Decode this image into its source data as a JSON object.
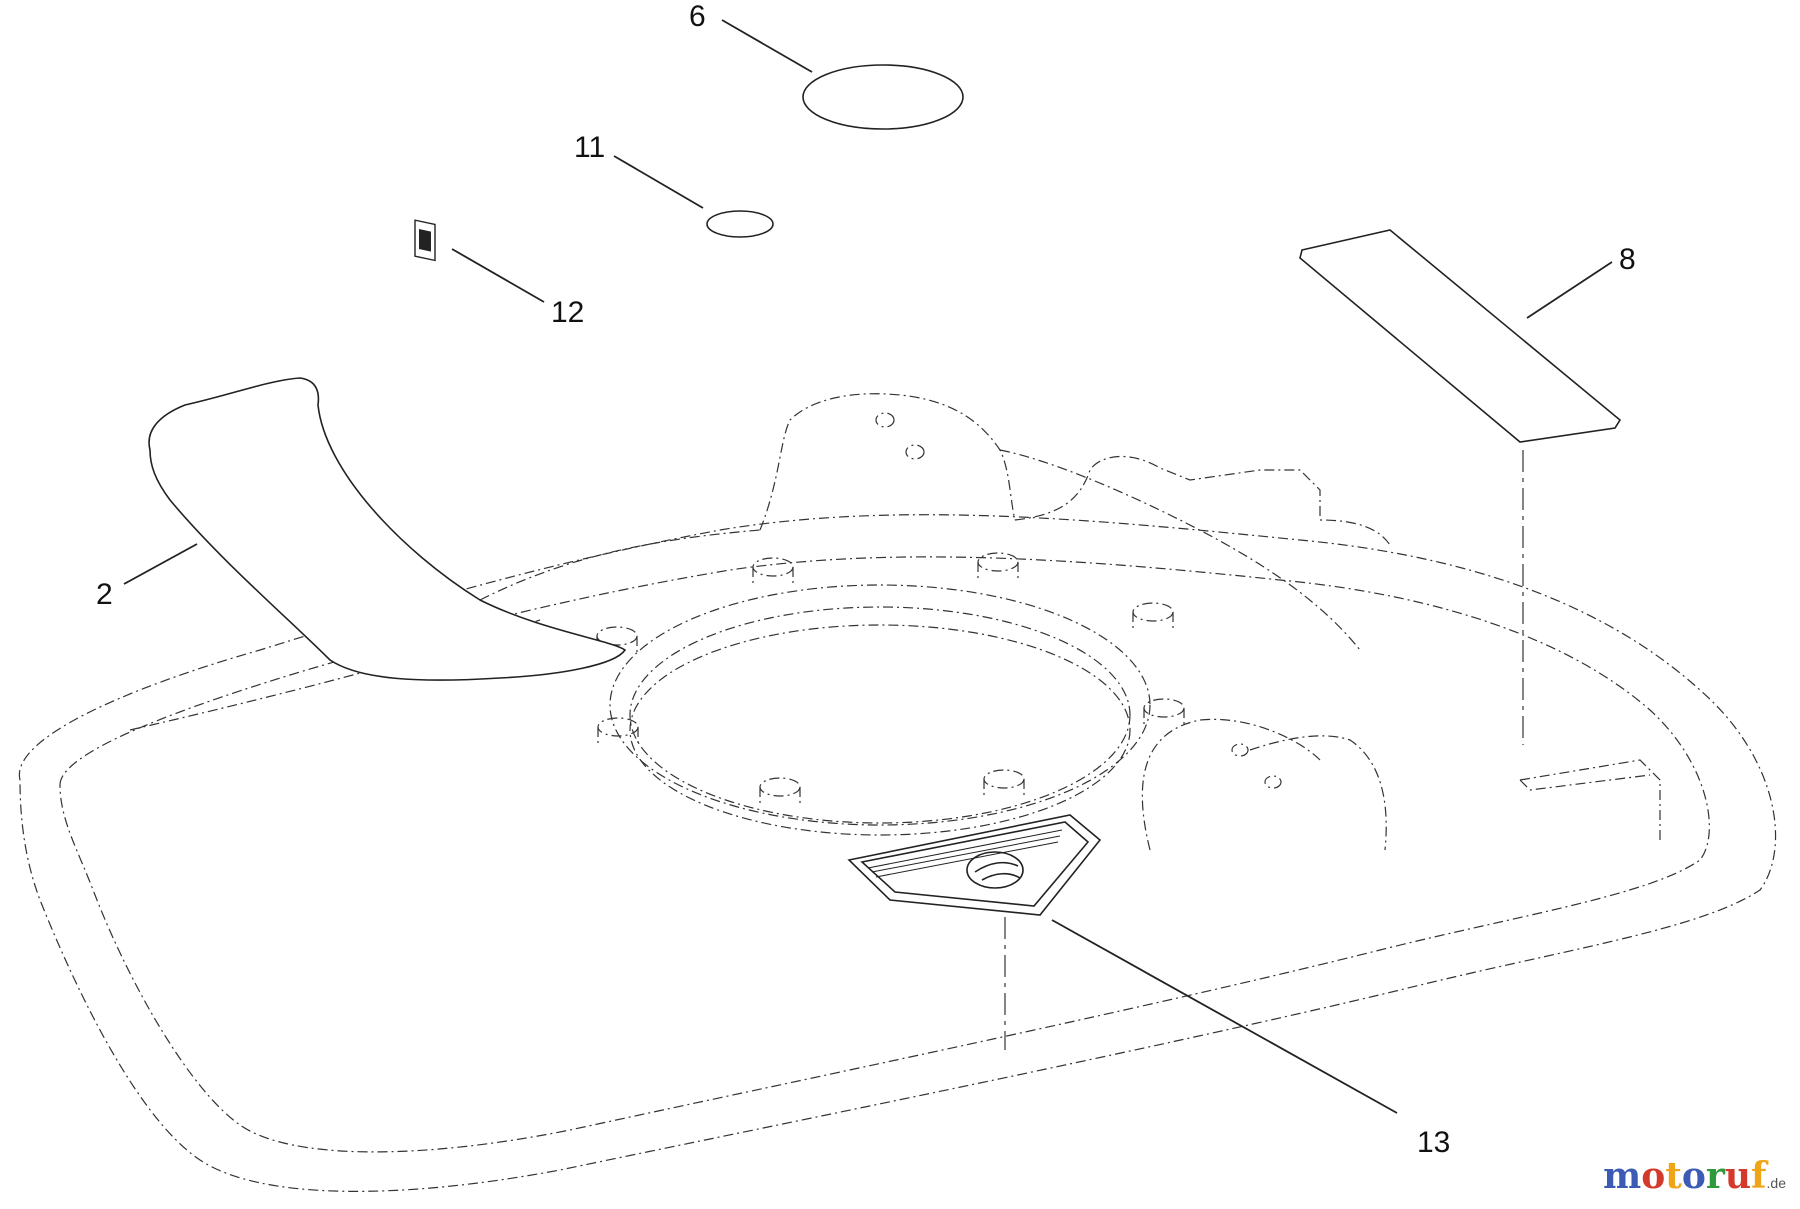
{
  "diagram": {
    "type": "exploded-parts-diagram",
    "callouts": [
      {
        "id": "6",
        "label": "6",
        "part": "large oval decal"
      },
      {
        "id": "11",
        "label": "11",
        "part": "small oval decal"
      },
      {
        "id": "12",
        "label": "12",
        "part": "small label"
      },
      {
        "id": "8",
        "label": "8",
        "part": "rectangular decal"
      },
      {
        "id": "2",
        "label": "2",
        "part": "curved side decal"
      },
      {
        "id": "13",
        "label": "13",
        "part": "hand warning decal"
      }
    ]
  },
  "watermark": {
    "letters": [
      "m",
      "o",
      "t",
      "o",
      "r",
      "u",
      "f"
    ],
    "colors": [
      "#3b5bb5",
      "#d43a2b",
      "#f0a418",
      "#3b5bb5",
      "#2f9a3b",
      "#d43a2b",
      "#f0a418"
    ],
    "tld": ".de"
  }
}
